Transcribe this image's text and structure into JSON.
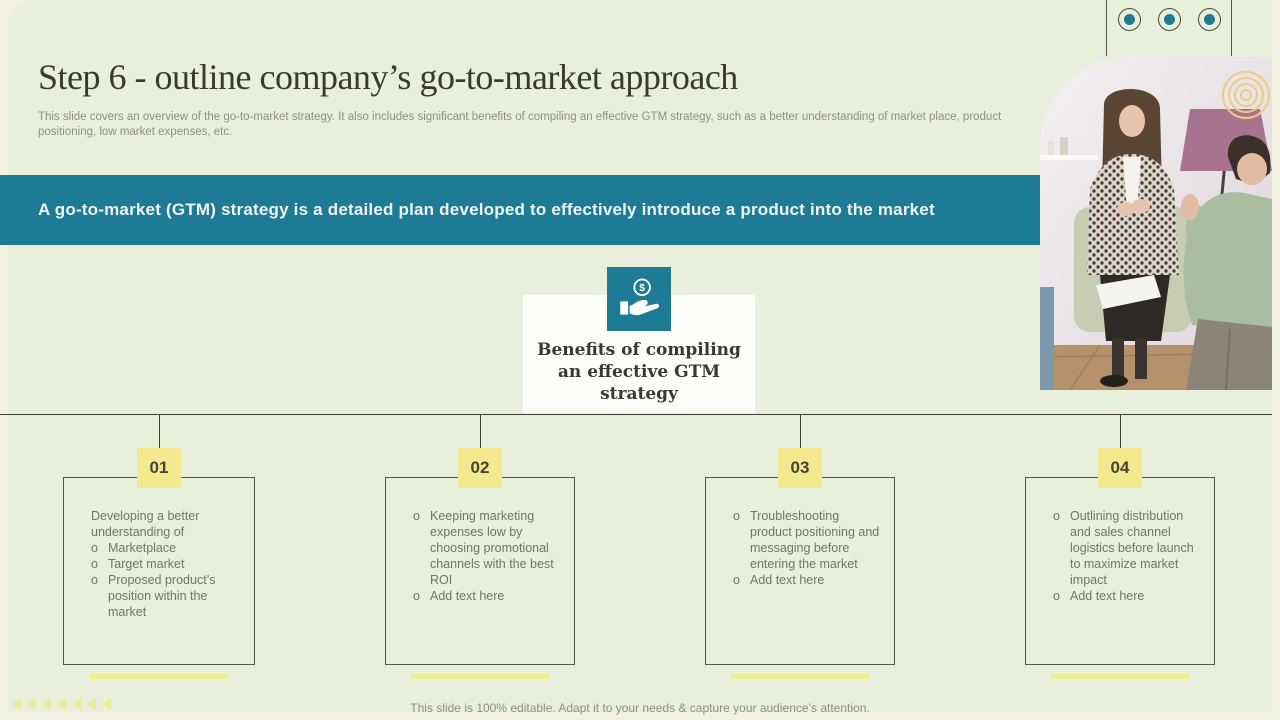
{
  "slide": {
    "title": "Step 6 - outline company’s go-to-market approach",
    "subtitle": "This slide covers an overview of the go-to-market strategy. It also includes significant benefits of compiling an effective GTM strategy, such as a better understanding of market place, product positioning, low market expenses, etc.",
    "banner_text": "A go-to-market (GTM) strategy is a detailed plan developed to effectively introduce a product into the market",
    "benefits_label": "Benefits of compiling an effective GTM strategy",
    "footer": "This slide is 100% editable. Adapt it to your needs & capture your audience’s attention.",
    "bullet_marker": "o",
    "columns": [
      {
        "number": "01",
        "intro": "Developing a better understanding of",
        "items": [
          "Marketplace",
          "Target market",
          "Proposed product’s position within the market"
        ]
      },
      {
        "number": "02",
        "intro": "",
        "items": [
          "Keeping marketing expenses low by choosing promotional channels with the best ROI",
          "Add text here"
        ]
      },
      {
        "number": "03",
        "intro": "",
        "items": [
          "Troubleshooting product positioning and messaging before entering the market",
          "Add text here"
        ]
      },
      {
        "number": "04",
        "intro": "",
        "items": [
          "Outlining distribution and sales channel logistics before launch to maximize market impact",
          "Add text here"
        ]
      }
    ],
    "icons": {
      "benefits_icon": "hand-holding-dollar-icon",
      "dollar_glyph": "$",
      "top_right_dots": "circle-dot-icon",
      "bottom_left": "chevron-left-icon"
    },
    "colors": {
      "accent_teal": "#1e7b95",
      "accent_yellow": "#f5e98d",
      "pale_yellow_bar": "#f1ee92",
      "background_panel": "#e8efda",
      "frame": "#f2f1e2",
      "text_dark": "#3a3a31",
      "text_gray": "#73736a"
    }
  }
}
